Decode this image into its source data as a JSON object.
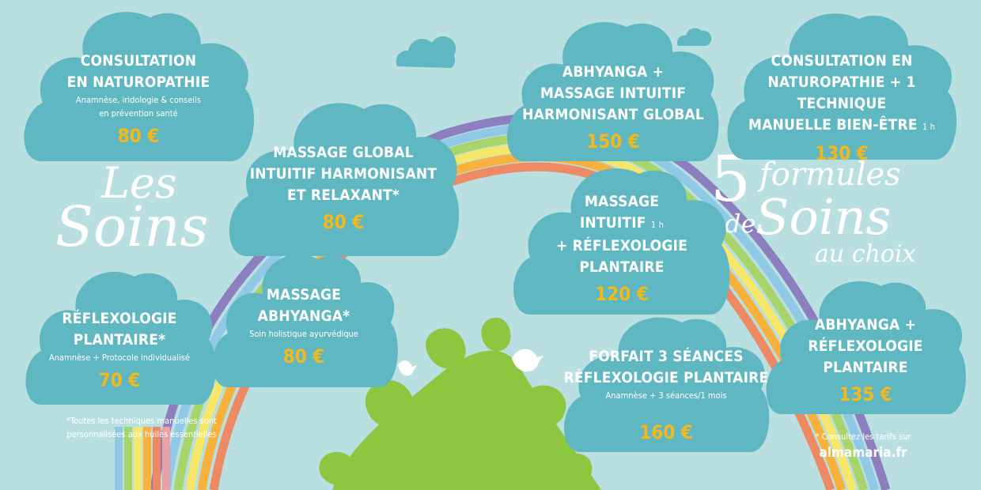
{
  "title": {
    "les": "Les",
    "soins": "Soins",
    "five": "5",
    "formules": "formules",
    "de": "de",
    "soins2": "Soins",
    "au_choix": "au choix"
  },
  "cards": [
    {
      "line1": "CONSULTATION",
      "line2": "EN NATUROPATHIE",
      "sub1": "Anamnèse, iridologie & conseils",
      "sub2": "en prévention santé",
      "price": "80 €"
    },
    {
      "line1": "MASSAGE GLOBAL",
      "line2": "INTUITIF HARMONISANT",
      "line3": "ET RELAXANT*",
      "price": "80 €"
    },
    {
      "line1": "ABHYANGA +",
      "line2": "MASSAGE INTUITIF",
      "line3": "HARMONISANT GLOBAL",
      "price": "150 €"
    },
    {
      "line1": "CONSULTATION EN",
      "line2": "NATUROPATHIE + 1 TECHNIQUE",
      "line3": "MANUELLE BIEN-ÊTRE",
      "duration": "1 h",
      "price": "130 €"
    },
    {
      "line1": "MASSAGE",
      "line2": "INTUITIF",
      "duration": "1 h",
      "line3": "+ RÉFLEXOLOGIE",
      "line4": "PLANTAIRE",
      "price": "120 €"
    },
    {
      "line1": "RÉFLEXOLOGIE",
      "line2": "PLANTAIRE*",
      "sub1": "Anamnèse + Protocole individualisé",
      "price": "70 €"
    },
    {
      "line1": "MASSAGE",
      "line2": "ABHYANGA*",
      "sub1": "Soin holistique ayurvédique",
      "price": "80 €"
    },
    {
      "line1": "FORFAIT 3 SÉANCES",
      "line2": "RÉFLEXOLOGIE PLANTAIRE",
      "sub1": "Anamnèse + 3 séances/1 mois",
      "price": "160 €"
    },
    {
      "line1": "ABHYANGA +",
      "line2": "RÉFLEXOLOGIE",
      "line3": "PLANTAIRE",
      "price": "135 €"
    }
  ],
  "footnote_left": {
    "line1": "Toutes les techniques manuelles sont",
    "line2": "personnalisées aux huiles essentielles"
  },
  "footnote_right": {
    "line1": "Consultez les tarifs sur",
    "site": "almamaria.fr"
  },
  "colors": {
    "background": "#b9dfe0",
    "cloud": "#5fb8c1",
    "price": "#f5b81c",
    "text": "#ffffff",
    "leaf": "#8dc63f"
  }
}
